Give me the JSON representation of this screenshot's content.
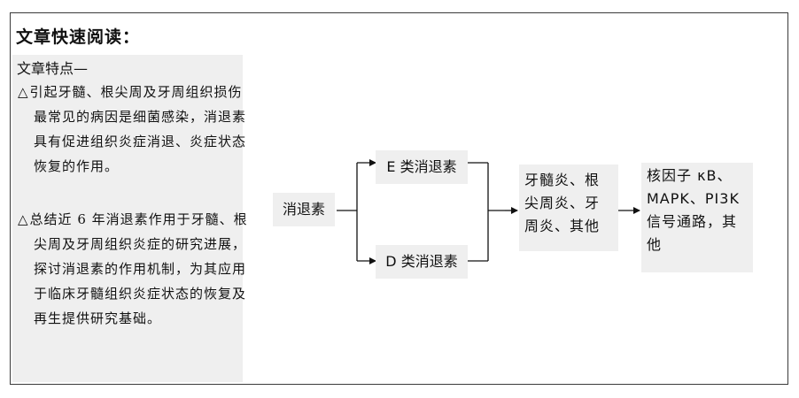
{
  "title": "文章快速阅读：",
  "panel": {
    "heading": "文章特点—",
    "points": [
      {
        "mark": "△",
        "text": "引起牙髓、根尖周及牙周组织损伤最常见的病因是细菌感染，消退素具有促进组织炎症消退、炎症状态恢复的作用。"
      },
      {
        "mark": "△",
        "text": "总结近 6 年消退素作用于牙髓、根尖周及牙周组织炎症的研究进展，探讨消退素的作用机制，为其应用于临床牙髓组织炎症状态的恢复及再生提供研究基础。"
      }
    ]
  },
  "flow": {
    "source": "消退素",
    "class_e": "E 类消退素",
    "class_d": "D 类消退素",
    "diseases": "牙髓炎、根尖周炎、牙周炎、其他",
    "pathways": "核因子 κB、MAPK、PI3K 信号通路，其他"
  }
}
